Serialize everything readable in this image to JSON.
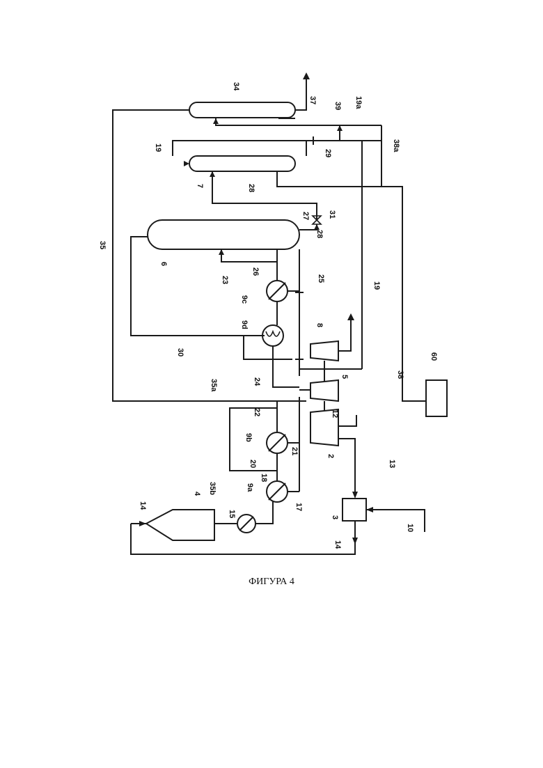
{
  "figure": {
    "caption": "ФИГУРА 4",
    "labels": {
      "l2": "2",
      "l3": "3",
      "l4": "4",
      "l5": "5",
      "l6": "6",
      "l7": "7",
      "l8": "8",
      "l9a": "9a",
      "l9b": "9b",
      "l9c": "9c",
      "l9d": "9d",
      "l10": "10",
      "l12": "12",
      "l13": "13",
      "l14a": "14",
      "l14b": "14",
      "l15": "15",
      "l17": "17",
      "l18": "18",
      "l19a": "19",
      "l19b": "19",
      "l19c": "19a",
      "l20": "20",
      "l21": "21",
      "l22": "22",
      "l23": "23",
      "l24": "24",
      "l25": "25",
      "l26": "26",
      "l27": "27",
      "l28a": "28",
      "l28b": "28",
      "l29": "29",
      "l30": "30",
      "l31": "31",
      "l34": "34",
      "l35": "35",
      "l35a": "35a",
      "l35b": "35b",
      "l37": "37",
      "l38": "38",
      "l38a": "38a",
      "l39": "39",
      "l60": "60"
    }
  }
}
